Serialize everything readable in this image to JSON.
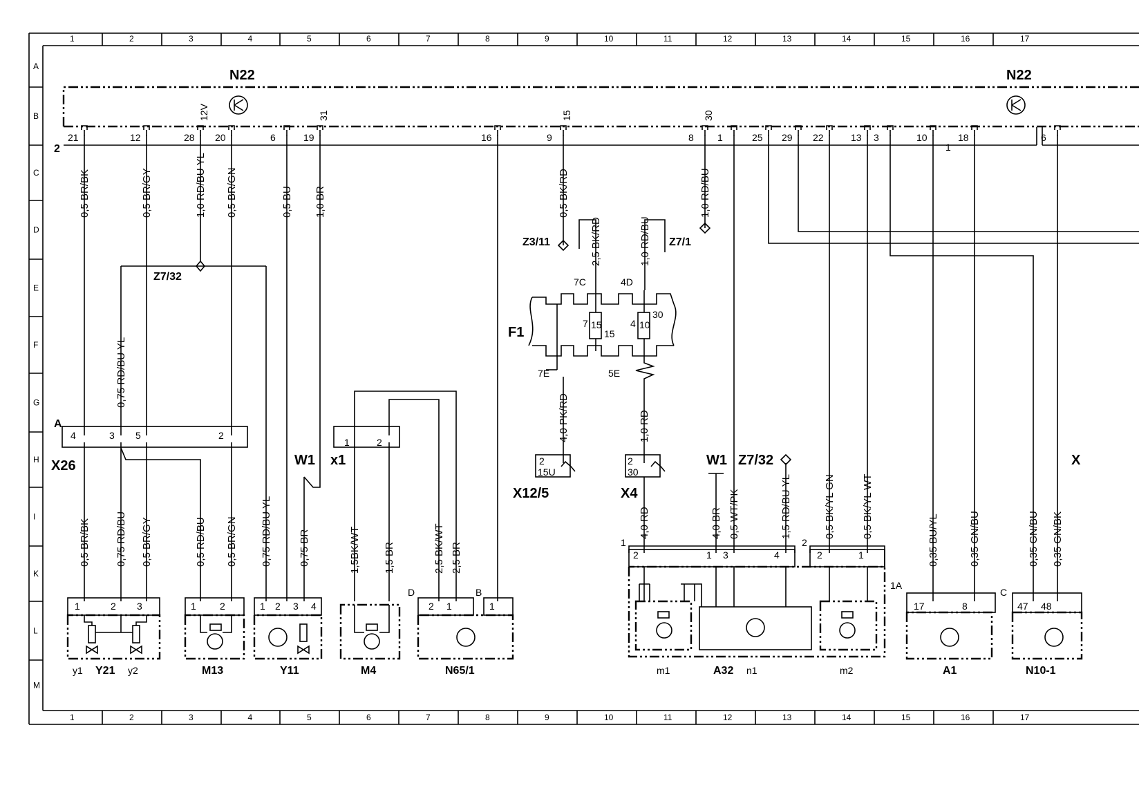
{
  "grid": {
    "columns": [
      "1",
      "2",
      "3",
      "4",
      "5",
      "6",
      "7",
      "8",
      "9",
      "10",
      "11",
      "12",
      "13",
      "14",
      "15",
      "16",
      "17"
    ],
    "rows": [
      "A",
      "B",
      "C",
      "D",
      "E",
      "F",
      "G",
      "H",
      "I",
      "K",
      "L",
      "M"
    ]
  },
  "modules": {
    "n22_left": "N22",
    "n22_right": "N22",
    "n22_pin2": "2"
  },
  "n22_pins": [
    {
      "pin": "21",
      "wire": "0,5 BR/BK"
    },
    {
      "pin": "12",
      "wire": "0,5 BR/GY"
    },
    {
      "pin": "28",
      "wire": "1,0 RD/BU YL",
      "tag": "12V"
    },
    {
      "pin": "20",
      "wire": "0,5 BR/GN"
    },
    {
      "pin": "6",
      "wire": "0,5 BU"
    },
    {
      "pin": "19",
      "wire": "1,0 BR",
      "tag": "31"
    },
    {
      "pin": "16",
      "wire": ""
    },
    {
      "pin": "9",
      "wire": "0,5 BK/RD",
      "tag": "15"
    },
    {
      "pin": "8",
      "wire": "1,0 RD/BU",
      "tag": "30"
    },
    {
      "pin": "1",
      "wire": ""
    },
    {
      "pin": "25",
      "wire": ""
    },
    {
      "pin": "29",
      "wire": ""
    },
    {
      "pin": "22",
      "wire": ""
    },
    {
      "pin": "13",
      "wire": ""
    },
    {
      "pin": "3",
      "wire": ""
    },
    {
      "pin": "10",
      "wire": ""
    },
    {
      "pin": "18",
      "wire": ""
    },
    {
      "pin": "6",
      "wire": ""
    }
  ],
  "labels": {
    "z7_32": "Z7/32",
    "z7_32b": "Z7/32",
    "z3_11": "Z3/11",
    "z7_1": "Z7/1",
    "f1": "F1",
    "x26": "X26",
    "x26_a": "A",
    "w1": "W1",
    "w1b": "W1",
    "x1": "x1",
    "x12_5": "X12/5",
    "x4": "X4",
    "x_right": "X",
    "c7": "7C",
    "e7": "7E",
    "d4": "4D",
    "e5": "5E",
    "fuse15": "15",
    "fuse10": "10",
    "fuse7": "7",
    "fuse4": "4",
    "fuse15b": "15",
    "fuse30": "30",
    "x12_15u": "15U",
    "x4_30": "30",
    "a32_1": "1",
    "a32_2": "2",
    "one_a": "1A",
    "one_lbl": "1",
    "d_lbl": "D",
    "b_lbl": "B",
    "c_lbl": "C"
  },
  "wires": {
    "w_x26_4": "0,5 BR/BK",
    "w_x26_3": "0,75 RD/BU",
    "w_x26_5": "0,5 BR/GY",
    "w_m13_1": "0,5 RD/BU",
    "w_m13_2": "0,5 BR/GN",
    "w_y11_1": "0,75 RD/BU YL",
    "w_y11_3": "0,75 BR",
    "w_z732": "0,75 RD/BU YL",
    "w_m4_1": "1,5BK/WT",
    "w_m4_2": "1,5 BR",
    "w_n65_2": "2,5 BK/WT",
    "w_n65_1": "2,5 BR",
    "w_z311": "2,5 BK/RD",
    "w_z71": "1,0 RD/BU",
    "w_7e": "4,0 PK/RD",
    "w_5e": "1,0 RD",
    "w_a32_2": "4,0 RD",
    "w_a32_1": "4,0 BR",
    "w_a32_3": "0,5 WT/PK",
    "w_a32_4": "1,5 RD/BU YL",
    "w_a32_m2_2": "0,5 BK/YL GN",
    "w_a32_m2_1": "0,5 BK/YL WT",
    "w_a1_17": "0,35 BU/YL",
    "w_a1_8": "0,35 GN/BU",
    "w_n10_47": "0,35 GN/BU",
    "w_n10_48": "0,35 GN/BK"
  },
  "components": {
    "y21": "Y21",
    "y1": "y1",
    "y2": "y2",
    "m13": "M13",
    "y11": "Y11",
    "m4": "M4",
    "n65": "N65/1",
    "a32": "A32",
    "m1": "m1",
    "n1": "n1",
    "m2": "m2",
    "a1": "A1",
    "n10": "N10-1"
  },
  "pins": {
    "x26": [
      "4",
      "3",
      "5",
      "2"
    ],
    "x1": [
      "1",
      "2"
    ],
    "y21": [
      "1",
      "2",
      "3"
    ],
    "m13": [
      "1",
      "2"
    ],
    "y11": [
      "1",
      "2",
      "3",
      "4"
    ],
    "n65": [
      "2",
      "1"
    ],
    "n65b": [
      "1"
    ],
    "x12": "2",
    "x4": "2",
    "a32_left": [
      "2",
      "1",
      "3",
      "4"
    ],
    "a32_right": [
      "2",
      "1"
    ],
    "a1": [
      "17",
      "8"
    ],
    "n10": [
      "47",
      "48"
    ]
  }
}
